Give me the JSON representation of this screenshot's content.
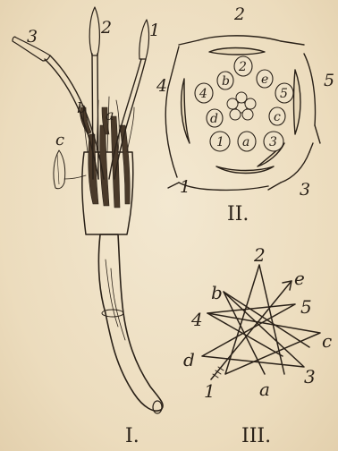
{
  "figure_I": {
    "caption": "I.",
    "labels": {
      "s1": "1",
      "s2": "2",
      "s3": "3",
      "a": "a",
      "b": "b",
      "c": "c"
    }
  },
  "figure_II": {
    "caption": "II.",
    "outer": {
      "n1": "1",
      "n2": "2",
      "n3": "3",
      "n4": "4",
      "n5": "5"
    },
    "inner": {
      "i2": "2",
      "e": "e",
      "i5": "5",
      "c": "c",
      "i3": "3",
      "a": "a",
      "i1": "1",
      "d": "d",
      "i4": "4",
      "b": "b"
    }
  },
  "figure_III": {
    "caption": "III.",
    "labels": {
      "n2": "2",
      "e": "e",
      "b": "b",
      "n5": "5",
      "n4": "4",
      "c": "c",
      "d": "d",
      "n3": "3",
      "n1": "1",
      "a": "a"
    }
  }
}
